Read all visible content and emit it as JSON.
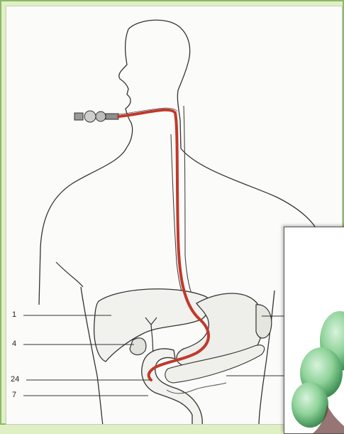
{
  "labels": [
    {
      "id": "liver",
      "text": "1"
    },
    {
      "id": "gallbladder",
      "text": "4"
    },
    {
      "id": "papilla",
      "text": "24"
    },
    {
      "id": "duodenum",
      "text": "7"
    }
  ],
  "colors": {
    "background": "#dff0c4",
    "endoscope": "#c0392b",
    "outline": "#333333",
    "inset_organ": "#8fd39a"
  }
}
